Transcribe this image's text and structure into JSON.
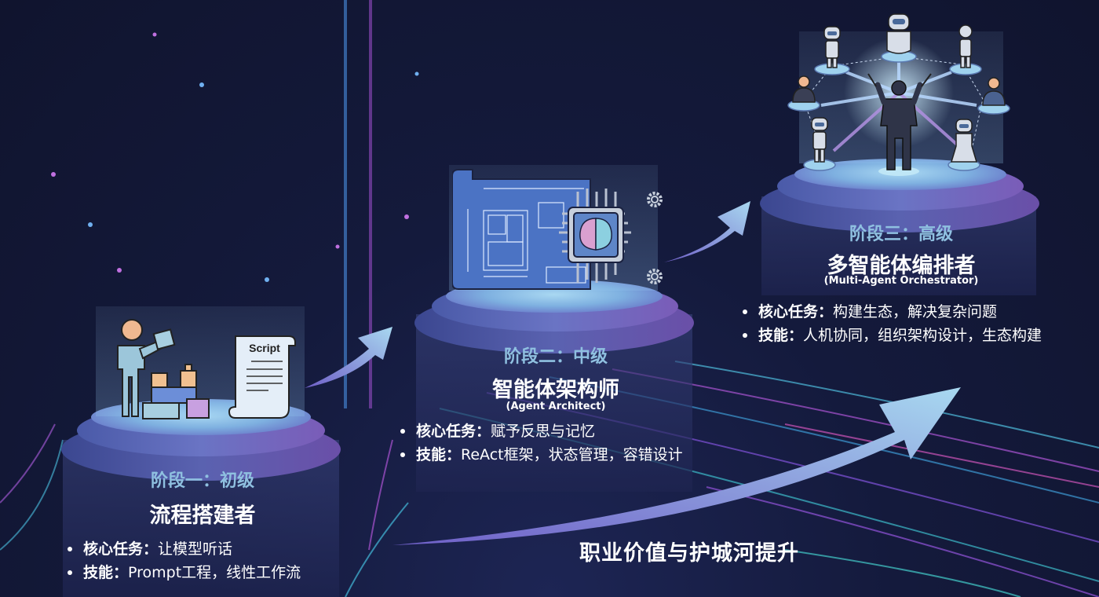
{
  "stages": [
    {
      "level": "阶段一：初级",
      "role": "流程搭建者",
      "role_en": "",
      "bullets": [
        {
          "key": "核心任务：",
          "value": "让模型听话"
        },
        {
          "key": "技能：",
          "value": "Prompt工程，线性工作流"
        }
      ],
      "illustration": {
        "script_label": "Script"
      }
    },
    {
      "level": "阶段二：中级",
      "role": "智能体架构师",
      "role_en": "(Agent Architect)",
      "bullets": [
        {
          "key": "核心任务：",
          "value": "赋予反思与记忆"
        },
        {
          "key": "技能：",
          "value": "ReAct框架，状态管理，容错设计"
        }
      ]
    },
    {
      "level": "阶段三：高级",
      "role": "多智能体编排者",
      "role_en": "(Multi-Agent Orchestrator)",
      "bullets": [
        {
          "key": "核心任务：",
          "value": "构建生态，解决复杂问题"
        },
        {
          "key": "技能：",
          "value": "人机协同，组织架构设计，生态构建"
        }
      ]
    }
  ],
  "caption": "职业价值与护城河提升",
  "colors": {
    "background": "#121738",
    "level_text": "#8fc0e0",
    "arrow_start": "#7a6fd0",
    "arrow_end": "#a8d8f0"
  }
}
